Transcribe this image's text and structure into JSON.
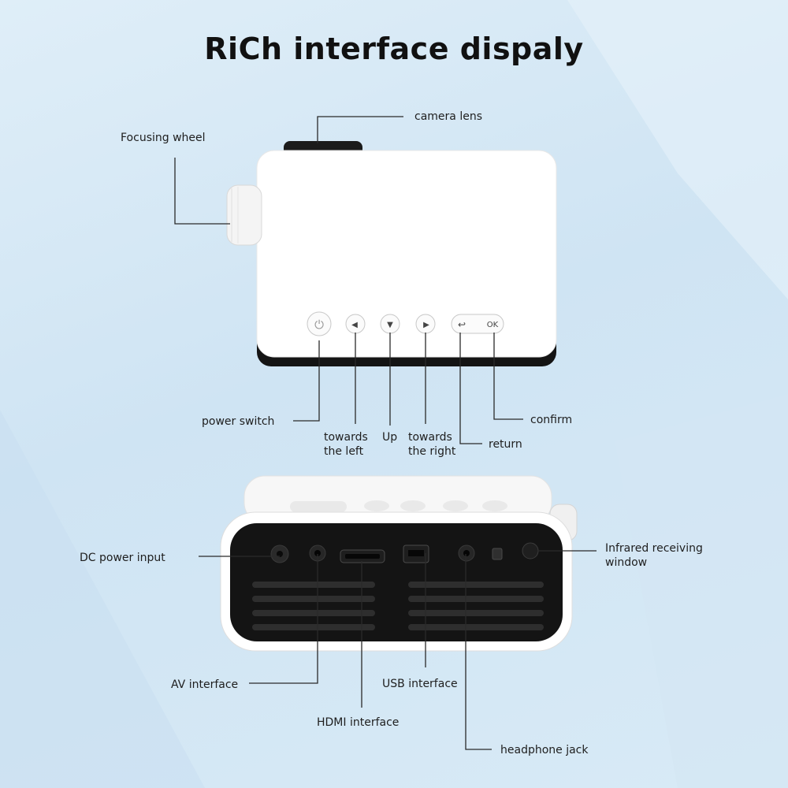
{
  "title": "RiCh  interface dispaly",
  "top_view_labels": {
    "camera_lens": "camera lens",
    "focusing_wheel": "Focusing wheel",
    "power_switch": "power switch",
    "towards_left": "towards the left",
    "up": "Up",
    "towards_right": "towards the right",
    "return": "return",
    "confirm": "confirm"
  },
  "rear_view_labels": {
    "dc_power_input": "DC power input",
    "infrared_window": "Infrared receiving window",
    "av_interface": "AV interface",
    "usb_interface": "USB interface",
    "hdmi_interface": "HDMI interface",
    "headphone_jack": "headphone jack"
  },
  "button_glyphs": {
    "power": "⏻",
    "left": "◀",
    "down": "▼",
    "right": "▶",
    "return": "↩",
    "ok": "OK"
  },
  "colors": {
    "device_white": "#ffffff",
    "device_black": "#141414",
    "line": "#2a2a2a"
  }
}
